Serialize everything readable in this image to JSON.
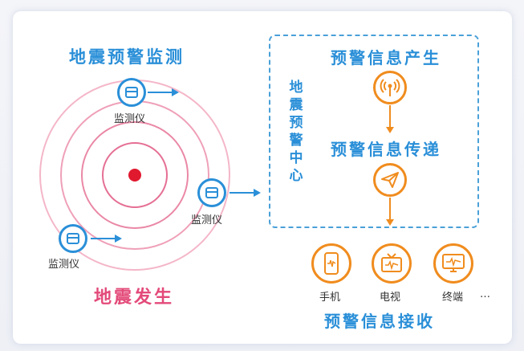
{
  "monitoring": {
    "title": "地震预警监测"
  },
  "occurrence": {
    "title": "地震发生"
  },
  "sensors": [
    {
      "label": "监测仪"
    },
    {
      "label": "监测仪"
    },
    {
      "label": "监测仪"
    }
  ],
  "center": {
    "vertical_title": "地震预警中心",
    "steps": [
      {
        "label": "预警信息产生",
        "icon": "signal-tower-icon"
      },
      {
        "label": "预警信息传递",
        "icon": "paper-plane-icon"
      }
    ]
  },
  "reception": {
    "title": "预警信息接收",
    "devices": [
      {
        "label": "手机",
        "icon": "phone-icon"
      },
      {
        "label": "电视",
        "icon": "tv-icon"
      },
      {
        "label": "终端",
        "icon": "terminal-icon"
      }
    ],
    "ellipsis": "…"
  },
  "colors": {
    "blue": "#2a8fd8",
    "orange": "#f08c1e",
    "pink": "#e34a7a",
    "epicenter": "#e0192f"
  }
}
